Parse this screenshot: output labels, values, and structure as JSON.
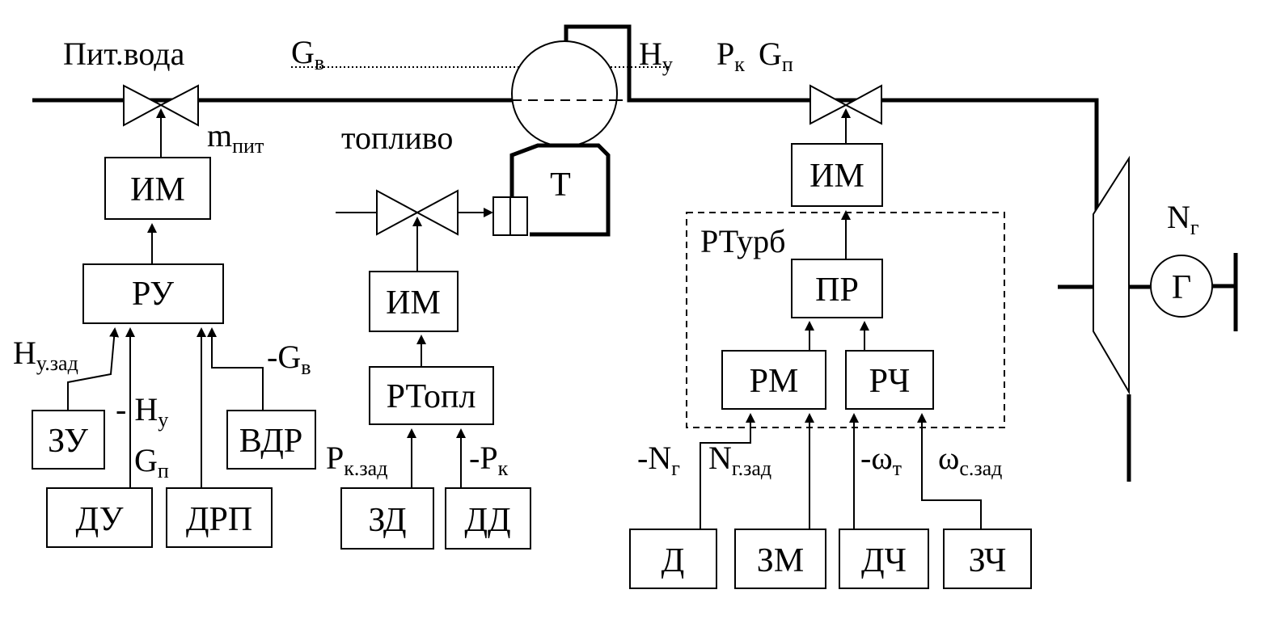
{
  "top": {
    "feed_water": "Пит.вода",
    "gv": {
      "main": "G",
      "sub": "в"
    },
    "hu": {
      "main": "H",
      "sub": "у"
    },
    "pk": {
      "main": "P",
      "sub": "к"
    },
    "gp": {
      "main": "G",
      "sub": "п"
    },
    "m_pit": {
      "main": "m",
      "sub": "пит"
    },
    "fuel": "топливо"
  },
  "boiler": {
    "furnace": "Т"
  },
  "feed": {
    "im": "ИМ",
    "ru": "РУ",
    "zu": "ЗУ",
    "du": "ДУ",
    "drp": "ДРП",
    "vdr": "ВДР",
    "hu_zad": {
      "main": "H",
      "sub": "у.зад"
    },
    "minus_hu": {
      "main": "- H",
      "sub": "у"
    },
    "gp": {
      "main": "G",
      "sub": "п"
    },
    "minus_gv": {
      "main": "-G",
      "sub": "в"
    }
  },
  "fuel_loop": {
    "im": "ИМ",
    "rtopl": "РТопл",
    "zd": "ЗД",
    "dd": "ДД",
    "pk_zad": {
      "main": "P",
      "sub": "к.зад"
    },
    "minus_pk": {
      "main": "-P",
      "sub": "к"
    }
  },
  "turbine_loop": {
    "im": "ИМ",
    "group_label": "РТурб",
    "pr": "ПР",
    "rm": "РМ",
    "rch": "РЧ",
    "d": "Д",
    "zm": "ЗМ",
    "dch": "ДЧ",
    "zch": "ЗЧ",
    "minus_ng": {
      "main": "-N",
      "sub": "г"
    },
    "ng_zad": {
      "main": "N",
      "sub": "г.зад"
    },
    "minus_wt": {
      "main": "-ω",
      "sub": "т"
    },
    "wc_zad": {
      "main": "ω",
      "sub": "с.зад"
    }
  },
  "generator": {
    "label": "Г",
    "ng": {
      "main": "N",
      "sub": "г"
    }
  }
}
